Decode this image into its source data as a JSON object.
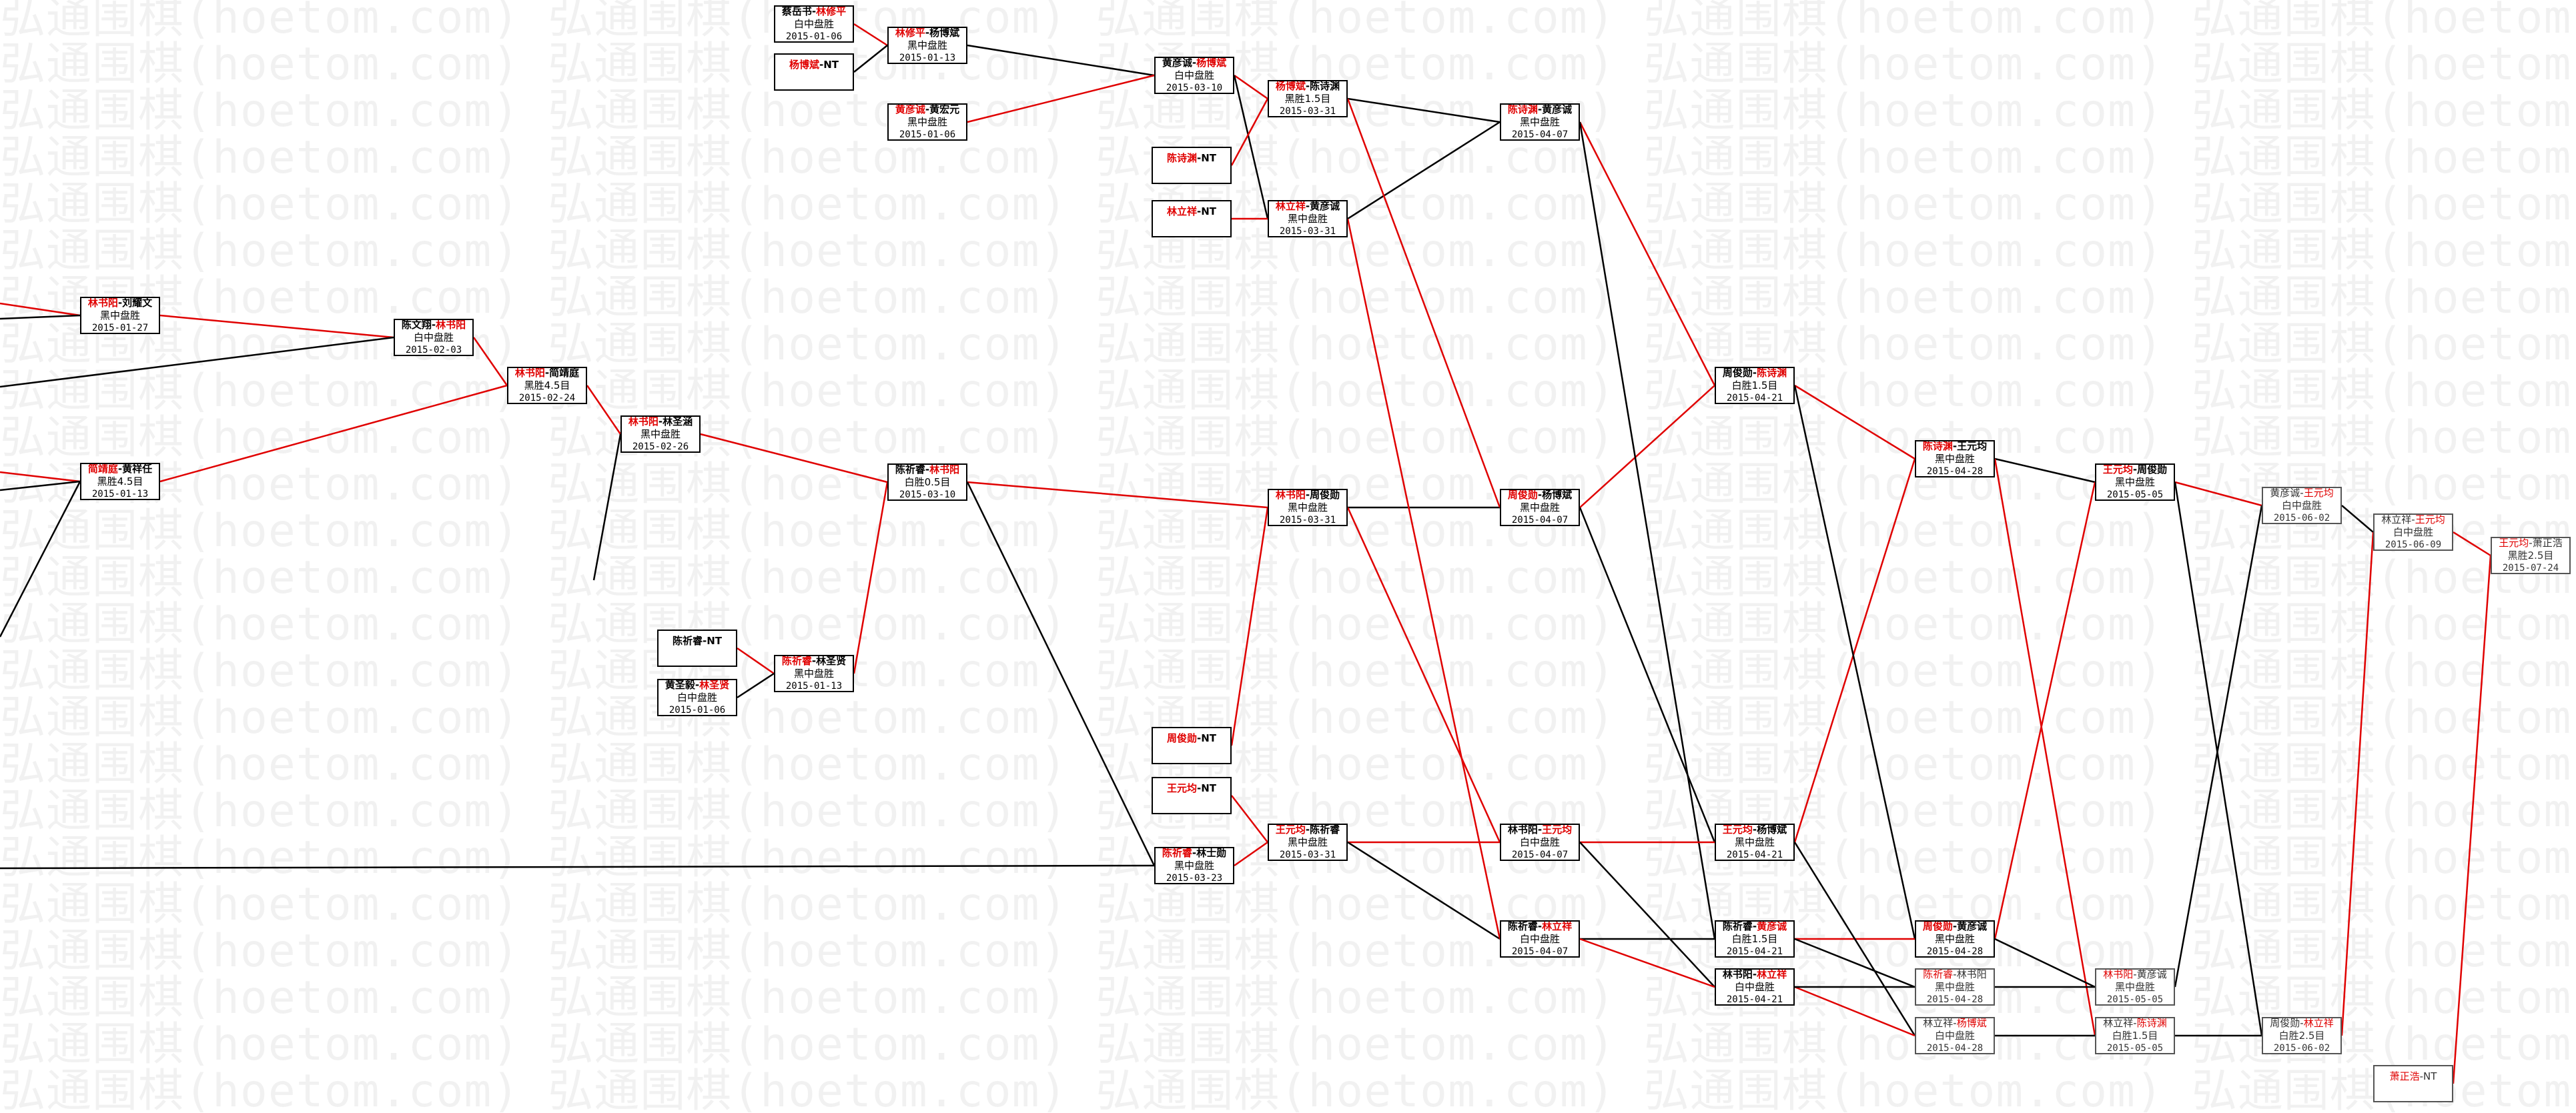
{
  "watermark": "弘通围棋(hoetom.com)",
  "colors": {
    "winner": "#e00000",
    "line": "#000000",
    "watermark": "#cccccc"
  },
  "nodes": [
    {
      "id": "n_cai",
      "lead": "蔡岳书-",
      "win": "林修平",
      "tail": "",
      "result": "白中盘胜",
      "date": "2015-01-06"
    },
    {
      "id": "n_yangnt",
      "lead": "",
      "win": "杨博斌",
      "tail": "-NT",
      "result": "",
      "date": ""
    },
    {
      "id": "n_lin_yang",
      "lead": "",
      "win": "林修平",
      "tail": "-杨博斌",
      "result": "黑中盘胜",
      "date": "2015-01-13"
    },
    {
      "id": "n_huang_huang",
      "lead": "",
      "win": "黄彦诚",
      "tail": "-黄宏元",
      "result": "黑中盘胜",
      "date": "2015-01-06"
    },
    {
      "id": "n_huang_yang",
      "lead": "黄彦诚-",
      "win": "杨博斌",
      "tail": "",
      "result": "白中盘胜",
      "date": "2015-03-10"
    },
    {
      "id": "n_chen_nt",
      "lead": "",
      "win": "陈诗渊",
      "tail": "-NT",
      "result": "",
      "date": ""
    },
    {
      "id": "n_linli_nt",
      "lead": "",
      "win": "林立祥",
      "tail": "-NT",
      "result": "",
      "date": ""
    },
    {
      "id": "n_yang_chen",
      "lead": "",
      "win": "杨博斌",
      "tail": "-陈诗渊",
      "result": "黑胜1.5目",
      "date": "2015-03-31"
    },
    {
      "id": "n_lin_huang",
      "lead": "",
      "win": "林立祥",
      "tail": "-黄彦诚",
      "result": "黑中盘胜",
      "date": "2015-03-31"
    },
    {
      "id": "n_chen_huang",
      "lead": "",
      "win": "陈诗渊",
      "tail": "-黄彦诚",
      "result": "黑中盘胜",
      "date": "2015-04-07"
    },
    {
      "id": "n_lin_liu",
      "lead": "",
      "win": "林书阳",
      "tail": "-刘耀文",
      "result": "黑中盘胜",
      "date": "2015-01-27"
    },
    {
      "id": "n_chenwen_lin",
      "lead": "陈文翔-",
      "win": "林书阳",
      "tail": "",
      "result": "白中盘胜",
      "date": "2015-02-03"
    },
    {
      "id": "n_lin_jian",
      "lead": "",
      "win": "林书阳",
      "tail": "-简靖庭",
      "result": "黑胜4.5目",
      "date": "2015-02-24"
    },
    {
      "id": "n_jian_huang",
      "lead": "",
      "win": "简靖庭",
      "tail": "-黄祥任",
      "result": "黑胜4.5目",
      "date": "2015-01-13"
    },
    {
      "id": "n_lin_linsheng",
      "lead": "",
      "win": "林书阳",
      "tail": "-林圣涵",
      "result": "黑中盘胜",
      "date": "2015-02-26"
    },
    {
      "id": "n_chenqi_lin",
      "lead": "陈祈睿-",
      "win": "林书阳",
      "tail": "",
      "result": "白胜0.5目",
      "date": "2015-03-10"
    },
    {
      "id": "n_chenqi_nt",
      "lead": "陈祈睿-NT",
      "win": "",
      "tail": "",
      "result": "",
      "date": ""
    },
    {
      "id": "n_huang_linsheng",
      "lead": "黄圣毅-",
      "win": "林圣贤",
      "tail": "",
      "result": "白中盘胜",
      "date": "2015-01-06"
    },
    {
      "id": "n_chenqi_linsheng",
      "lead": "",
      "win": "陈祈睿",
      "tail": "-林圣贤",
      "result": "黑中盘胜",
      "date": "2015-01-13"
    },
    {
      "id": "n_lin_zhou",
      "lead": "",
      "win": "林书阳",
      "tail": "-周俊勋",
      "result": "黑中盘胜",
      "date": "2015-03-31"
    },
    {
      "id": "n_zhou_nt",
      "lead": "",
      "win": "周俊勋",
      "tail": "-NT",
      "result": "",
      "date": ""
    },
    {
      "id": "n_wang_nt",
      "lead": "",
      "win": "王元均",
      "tail": "-NT",
      "result": "",
      "date": ""
    },
    {
      "id": "n_chenqi_linshi",
      "lead": "",
      "win": "陈祈睿",
      "tail": "-林士勋",
      "result": "黑中盘胜",
      "date": "2015-03-23"
    },
    {
      "id": "n_wang_chenqi",
      "lead": "",
      "win": "王元均",
      "tail": "-陈祈睿",
      "result": "黑中盘胜",
      "date": "2015-03-31"
    },
    {
      "id": "n_zhou_yang",
      "lead": "",
      "win": "周俊勋",
      "tail": "-杨博斌",
      "result": "黑中盘胜",
      "date": "2015-04-07"
    },
    {
      "id": "n_lin_wang",
      "lead": "林书阳-",
      "win": "王元均",
      "tail": "",
      "result": "白中盘胜",
      "date": "2015-04-07"
    },
    {
      "id": "n_chenqi_linli",
      "lead": "陈祈睿-",
      "win": "林立祥",
      "tail": "",
      "result": "白中盘胜",
      "date": "2015-04-07"
    },
    {
      "id": "n_zhou_chen",
      "lead": "周俊勋-",
      "win": "陈诗渊",
      "tail": "",
      "result": "白胜1.5目",
      "date": "2015-04-21"
    },
    {
      "id": "n_wang_yang",
      "lead": "",
      "win": "王元均",
      "tail": "-杨博斌",
      "result": "黑中盘胜",
      "date": "2015-04-21"
    },
    {
      "id": "n_chenqi_huang",
      "lead": "陈祈睿-",
      "win": "黄彦诚",
      "tail": "",
      "result": "白胜1.5目",
      "date": "2015-04-21"
    },
    {
      "id": "n_lin_linli",
      "lead": "林书阳-",
      "win": "林立祥",
      "tail": "",
      "result": "白中盘胜",
      "date": "2015-04-21"
    },
    {
      "id": "n_chen_wang",
      "lead": "",
      "win": "陈诗渊",
      "tail": "-王元均",
      "result": "黑中盘胜",
      "date": "2015-04-28"
    },
    {
      "id": "n_zhou_huang",
      "lead": "",
      "win": "周俊勋",
      "tail": "-黄彦诚",
      "result": "黑中盘胜",
      "date": "2015-04-28",
      "faded": false
    },
    {
      "id": "n_chenqi_linshu",
      "lead": "",
      "win": "陈祈睿",
      "tail": "-林书阳",
      "result": "黑中盘胜",
      "date": "2015-04-28",
      "faded": true
    },
    {
      "id": "n_linli_yang",
      "lead": "林立祥-",
      "win": "杨博斌",
      "tail": "",
      "result": "白中盘胜",
      "date": "2015-04-28",
      "faded": true
    },
    {
      "id": "n_wang_zhou",
      "lead": "",
      "win": "王元均",
      "tail": "-周俊勋",
      "result": "黑中盘胜",
      "date": "2015-05-05"
    },
    {
      "id": "n_linshu_huang",
      "lead": "",
      "win": "林书阳",
      "tail": "-黄彦诚",
      "result": "黑中盘胜",
      "date": "2015-05-05",
      "faded": true
    },
    {
      "id": "n_linli_chen",
      "lead": "林立祥-",
      "win": "陈诗渊",
      "tail": "",
      "result": "白胜1.5目",
      "date": "2015-05-05",
      "faded": true
    },
    {
      "id": "n_huang_wang",
      "lead": "黄彦诚-",
      "win": "王元均",
      "tail": "",
      "result": "白中盘胜",
      "date": "2015-06-02",
      "faded": true
    },
    {
      "id": "n_zhou_linli",
      "lead": "周俊勋-",
      "win": "林立祥",
      "tail": "",
      "result": "白胜2.5目",
      "date": "2015-06-02",
      "faded": true
    },
    {
      "id": "n_linli_wang",
      "lead": "林立祥-",
      "win": "王元均",
      "tail": "",
      "result": "白中盘胜",
      "date": "2015-06-09",
      "faded": true
    },
    {
      "id": "n_wang_xiao",
      "lead": "",
      "win": "王元均",
      "tail": "-萧正浩",
      "result": "黑胜2.5目",
      "date": "2015-07-24",
      "faded": true
    },
    {
      "id": "n_xiao_nt",
      "lead": "",
      "win": "萧正浩",
      "tail": "-NT",
      "result": "",
      "date": "",
      "faded": true
    }
  ]
}
